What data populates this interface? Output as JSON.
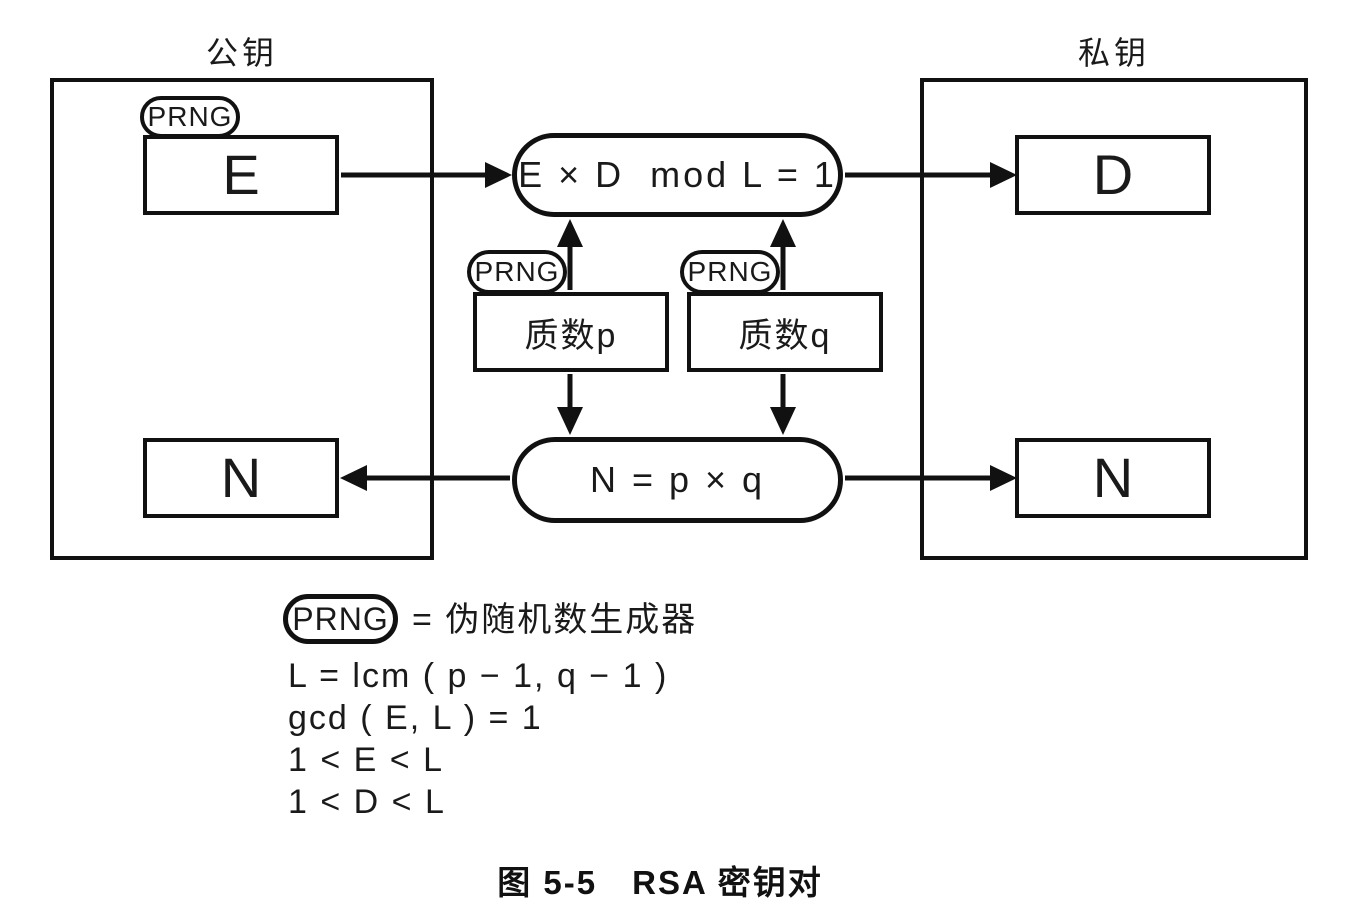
{
  "colors": {
    "ink": "#111111",
    "paper": "#ffffff"
  },
  "public_key": {
    "title": "公钥",
    "prng": "PRNG",
    "e": "E",
    "n": "N"
  },
  "private_key": {
    "title": "私钥",
    "d": "D",
    "n": "N"
  },
  "generator": {
    "top_equation": "E × D  mod L = 1",
    "bottom_equation": "N = p × q",
    "prime_p": "质数p",
    "prime_q": "质数q",
    "prng_p": "PRNG",
    "prng_q": "PRNG"
  },
  "legend": {
    "badge": "PRNG",
    "definition": "= 伪随机数生成器",
    "lines": [
      "L = lcm ( p − 1, q − 1 )",
      "gcd ( E, L ) = 1",
      "1 < E < L",
      "1 < D < L"
    ]
  },
  "caption": "图 5-5　RSA 密钥对"
}
